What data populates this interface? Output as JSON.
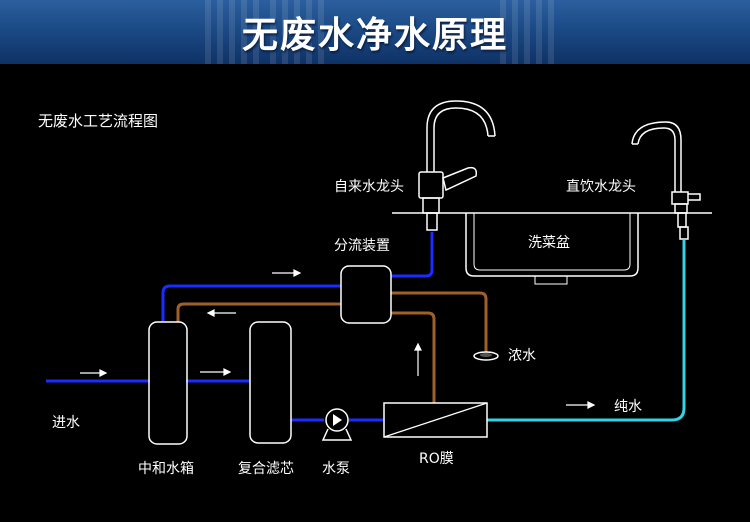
{
  "header": {
    "title": "无废水净水原理"
  },
  "diagram": {
    "heading": "无废水工艺流程图",
    "labels": {
      "tap_faucet": "自来水龙头",
      "drink_faucet": "直饮水龙头",
      "sink": "洗菜盆",
      "diverter": "分流装置",
      "concentrate": "浓水",
      "inlet": "进水",
      "pure_water": "纯水",
      "neutral_tank": "中和水箱",
      "composite_filter": "复合滤芯",
      "pump": "水泵",
      "ro_membrane": "RO膜"
    }
  },
  "colors": {
    "banner": "#1b4a86",
    "raw_water_line": "#1a2cff",
    "concentrate_line": "#a0602a",
    "pure_water_line": "#33d3e6",
    "outline": "#ffffff"
  }
}
